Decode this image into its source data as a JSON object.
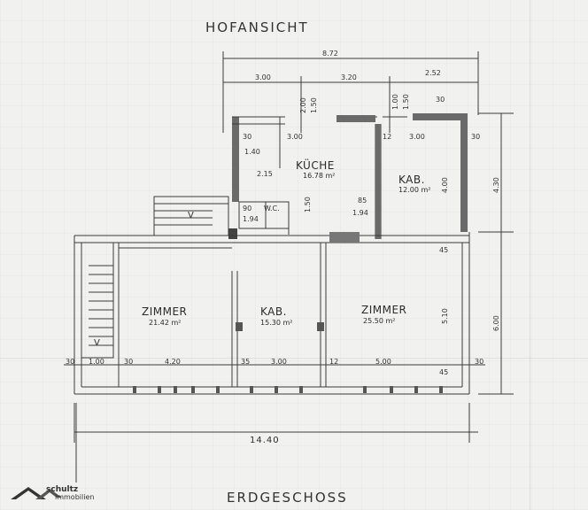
{
  "titles": {
    "top": "HOFANSICHT",
    "bottom": "ERDGESCHOSS"
  },
  "rooms": {
    "kueche": {
      "name": "KÜCHE",
      "area": "16.78 m²"
    },
    "kab_top": {
      "name": "KAB.",
      "area": "12.00 m²"
    },
    "zimmer_left": {
      "name": "ZIMMER",
      "area": "21.42 m²"
    },
    "kab_mid": {
      "name": "KAB.",
      "area": "15.30 m²"
    },
    "zimmer_right": {
      "name": "ZIMMER",
      "area": "25.50 m²"
    }
  },
  "dimensions": {
    "top_total": "8.72",
    "top_segments": [
      "3.00",
      "3.20",
      "2.52"
    ],
    "bottom_total": "14.40",
    "bottom_segments": [
      "30",
      "1.00",
      "30",
      "4.20",
      "35",
      "3.00",
      "12",
      "5.00",
      "30"
    ],
    "right_upper": "4.30",
    "right_lower": "6.00",
    "openings_top": [
      "2.00",
      "1.50",
      "1.00",
      "1.50",
      "30"
    ],
    "kueche_inner": [
      "30",
      "3.00",
      "1.40",
      "2.15",
      "90",
      "1.94",
      "1.50",
      "W.C.",
      "85",
      "1.94"
    ],
    "kab_top_inner": [
      "12",
      "3.00",
      "30",
      "4.00"
    ],
    "right_side": [
      "45",
      "5.10",
      "45"
    ],
    "stair_mark": "V"
  },
  "logo": {
    "name": "schultz",
    "sub": "immobilien"
  },
  "colors": {
    "paper": "#f1f1ef",
    "line": "#3a3a3a",
    "wall_fill": "#6a6a6a"
  }
}
